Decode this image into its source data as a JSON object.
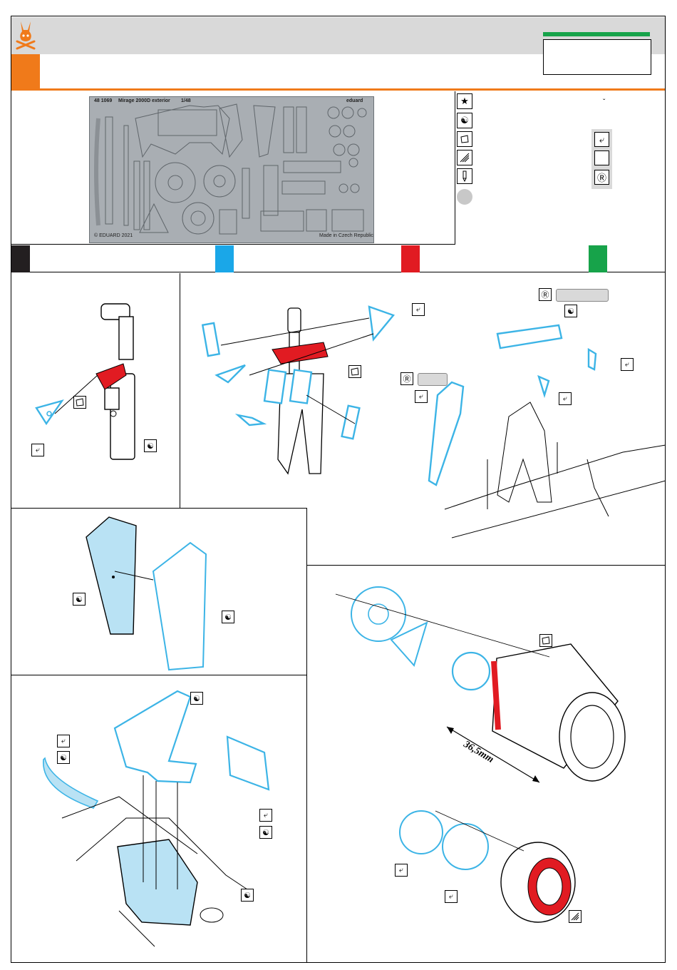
{
  "fret": {
    "code": "48 1069",
    "name": "Mirage 2000D  exterior",
    "scale": "1/48",
    "brand": "eduard",
    "copyright": "© EDUARD 2021",
    "origin": "Made in Czech Republic"
  },
  "legend": {
    "small_mark": "ˇ"
  },
  "dimension": {
    "label": "36,5mm"
  },
  "colors": {
    "orange": "#f07a1a",
    "green": "#17a34a",
    "black": "#231f20",
    "blue": "#1aa7e8",
    "red": "#e11b22",
    "pe_blue": "#3cb4e6",
    "pe_fill": "#b9e2f4",
    "part_red": "#e11b22"
  },
  "icons": [
    "bunny-logo-icon",
    "star-icon",
    "yin-yang-icon",
    "bend-icon",
    "flat-icon",
    "drill-icon",
    "fold-icon",
    "remove-icon",
    "replace-icon"
  ]
}
